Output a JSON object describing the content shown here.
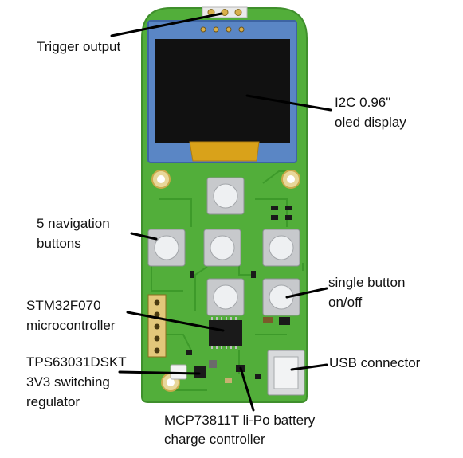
{
  "labels": {
    "trigger": "Trigger output",
    "oled_1": "I2C 0.96\"",
    "oled_2": "oled display",
    "nav_1": "5 navigation",
    "nav_2": "buttons",
    "single_1": "single button",
    "single_2": "on/off",
    "mcu_1": "STM32F070",
    "mcu_2": "microcontroller",
    "usb": "USB connector",
    "reg_1": "TPS63031DSKT",
    "reg_2": "3V3 switching",
    "reg_3": "regulator",
    "charger_1": "MCP73811T li-Po battery",
    "charger_2": "charge controller"
  },
  "colors": {
    "pcb": "#52ae3a",
    "pcb_dark": "#3f8f2c",
    "oled_frame": "#5a86c5",
    "oled_screen": "#111111",
    "flex_tab": "#d9a21a",
    "button_body": "#c7c9cc",
    "button_cap": "#eef0f2",
    "pad_gold": "#d9b04a",
    "ic_black": "#1a1a1a"
  }
}
